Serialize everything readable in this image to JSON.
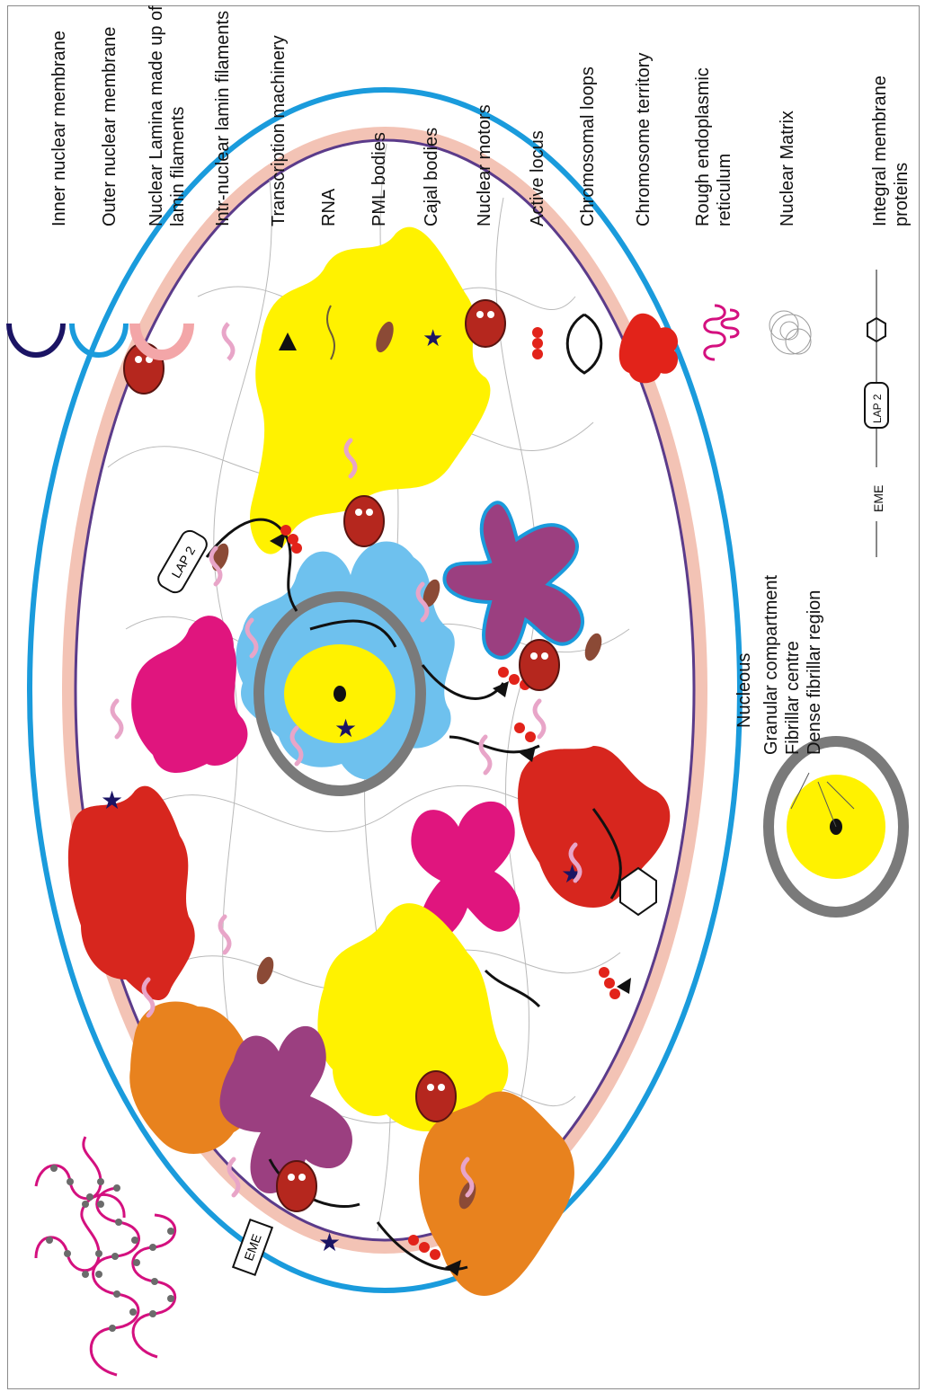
{
  "legend": {
    "items": [
      {
        "id": "inner-membrane",
        "label": "Inner nuclear membrane",
        "color": "#1b1464"
      },
      {
        "id": "outer-membrane",
        "label": "Outer nuclear membrane",
        "color": "#1a9bdc"
      },
      {
        "id": "nuclear-lamina",
        "label": "Nuclear Lamina made up of",
        "label2": "lamin filaments",
        "color": "#f3a6a8"
      },
      {
        "id": "intranuclear-lamin",
        "label": "Intr-nuclear lamin filaments",
        "color": "#e8a5c8"
      },
      {
        "id": "transcription-machinery",
        "label": "Transcription machinery",
        "color": "#111111"
      },
      {
        "id": "rna",
        "label": "RNA",
        "color": "#6b5a3a"
      },
      {
        "id": "pml-bodies",
        "label": "PML bodies",
        "color": "#8b4a36"
      },
      {
        "id": "cajal-bodies",
        "label": "Cajal bodies",
        "color": "#1b1464"
      },
      {
        "id": "nuclear-motors",
        "label": "Nuclear motors",
        "color": "#b5271e"
      },
      {
        "id": "active-locus",
        "label": "Active locus",
        "color": "#e2231a"
      },
      {
        "id": "chromosomal-loops",
        "label": "Chromosomal loops",
        "color": "#111111"
      },
      {
        "id": "chromosome-territory",
        "label": "Chromosome territory",
        "color": "#e2231a"
      },
      {
        "id": "rough-er",
        "label": "Rough endoplasmic",
        "label2": "reticulum",
        "color": "#d4107f"
      },
      {
        "id": "nuclear-matrix",
        "label": "Nuclear Matrix",
        "color": "#9a9a9a"
      },
      {
        "id": "integral-proteins",
        "label": "Integral membrane",
        "label2": "proteins",
        "color": "#111111"
      }
    ],
    "eme_label": "EME",
    "lap2_label": "LAP 2"
  },
  "nucleolus": {
    "title": "Nucleous",
    "parts": [
      "Granular compartment",
      "Fibrillar centre",
      "Dense fibrillar region"
    ],
    "ring_color": "#7a7a7a",
    "core_color": "#fff200"
  },
  "cell": {
    "eme_label": "EME",
    "lap2_label": "LAP 2"
  },
  "colors": {
    "yellow": "#fff200",
    "orange": "#e8821e",
    "purple": "#9b3f80",
    "magenta": "#e0157e",
    "lightblue": "#6ec1ee",
    "red": "#d7261e",
    "lamina": "#f3c3b5"
  }
}
